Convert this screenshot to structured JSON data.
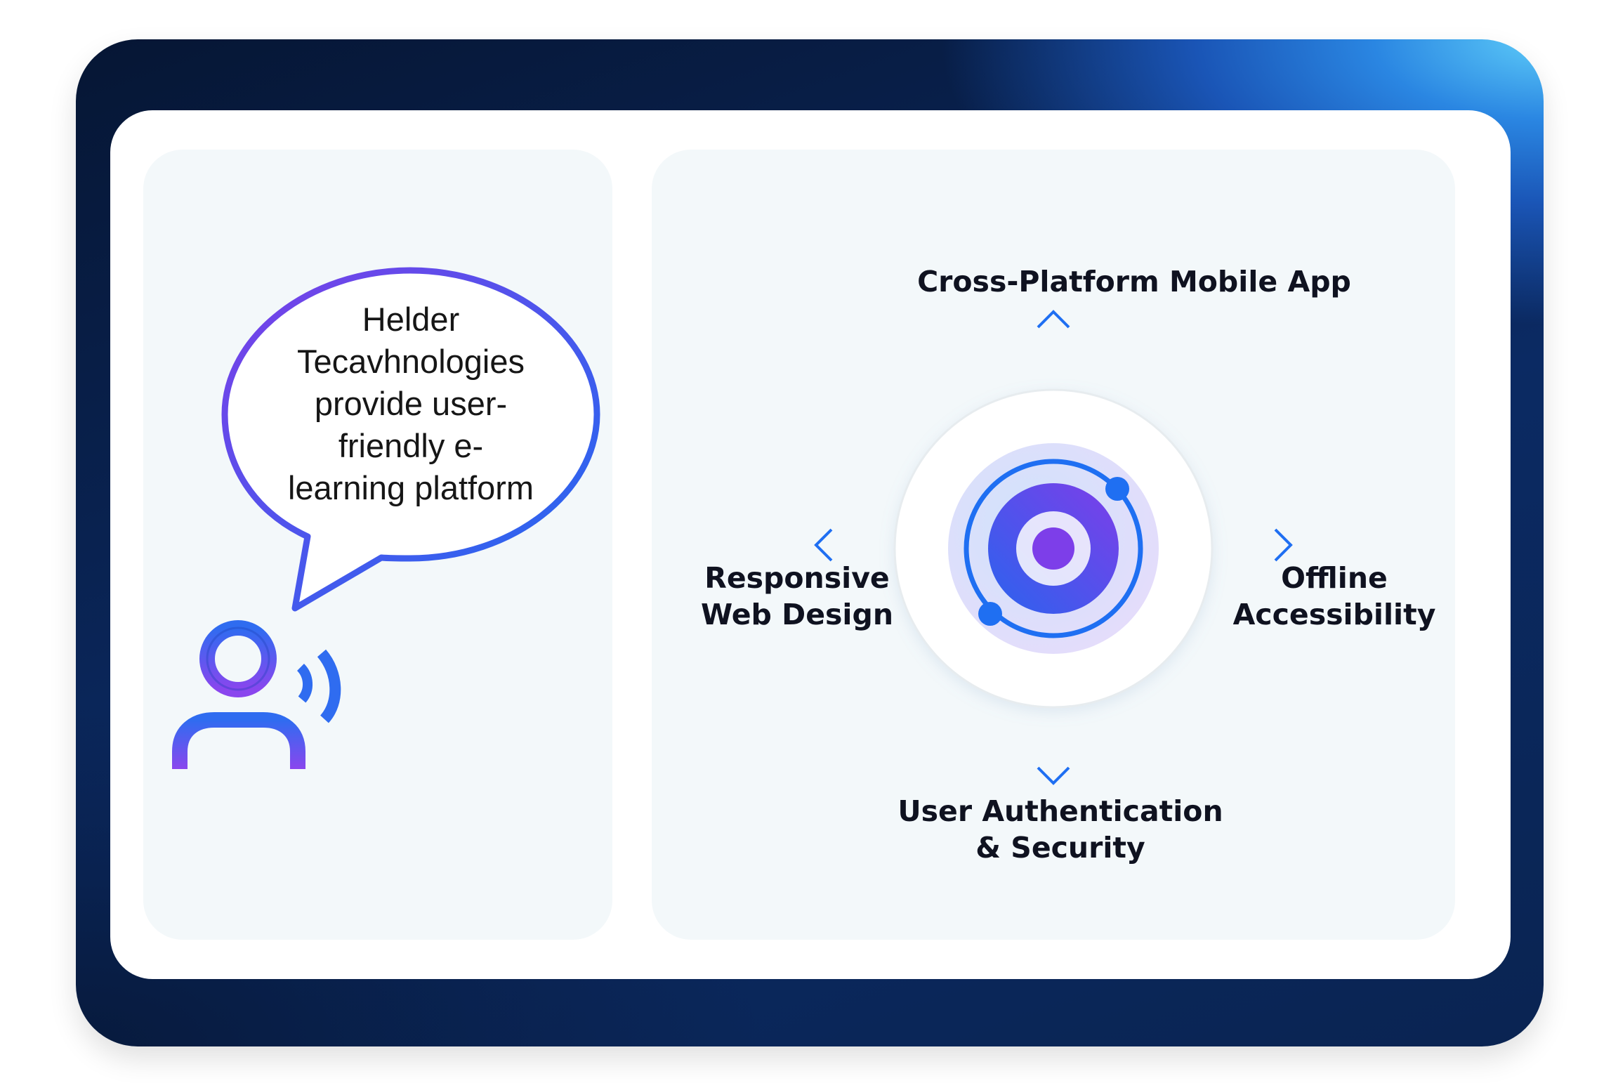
{
  "speech_bubble": {
    "lines": [
      "Helder",
      "Tecavhnologies",
      "provide user-",
      "friendly e-",
      "learning platform"
    ]
  },
  "diagram": {
    "center_icon": "target-orbit-icon",
    "top_label": "Cross-Platform Mobile App",
    "left_label": [
      "Responsive",
      "Web Design"
    ],
    "right_label": [
      "Offline",
      "Accessibility"
    ],
    "bottom_label": [
      "User Authentication",
      "& Security"
    ]
  },
  "icons": {
    "person": "person-speaking-icon",
    "arrows": "arrow-icon"
  },
  "colors": {
    "frame_dark": "#061634",
    "frame_light": "#5ccaf8",
    "panel_bg": "#f3f8fa",
    "accent_blue": "#1f6ff2",
    "accent_purple": "#7a3ff0",
    "text_dark": "#0f1220"
  }
}
